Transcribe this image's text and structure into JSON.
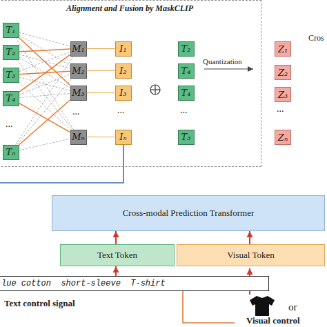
{
  "diagram": {
    "nodes": [
      {
        "text": [
          "Alignment and Fusion by MaskCLIP"
        ]
      },
      {
        "text": [
          "T₁"
        ],
        "in": 0
      },
      {
        "text": [
          "T₂"
        ],
        "in": 0
      },
      {
        "text": [
          "T₃"
        ],
        "in": 0
      },
      {
        "text": [
          "T₄"
        ],
        "in": 0
      },
      {
        "text": [
          "Tₙ"
        ],
        "in": 0
      },
      {
        "text": [
          "M₁"
        ],
        "in": 0
      },
      {
        "text": [
          "M₂"
        ],
        "in": 0
      },
      {
        "text": [
          "M₃"
        ],
        "in": 0
      },
      {
        "text": [
          "Mₙ"
        ],
        "in": 0
      },
      {
        "text": [
          "I₁"
        ],
        "in": 0
      },
      {
        "text": [
          "I₂"
        ],
        "in": 0
      },
      {
        "text": [
          "I₃"
        ],
        "in": 0
      },
      {
        "text": [
          "Iₙ"
        ],
        "in": 0
      },
      {
        "text": [
          "T₂"
        ],
        "in": 0
      },
      {
        "text": [
          "T₄"
        ],
        "in": 0
      },
      {
        "text": [
          "T₄"
        ],
        "in": 0
      },
      {
        "text": [
          "T₃"
        ],
        "in": 0
      },
      {
        "text": [
          "Z₁"
        ]
      },
      {
        "text": [
          "Z₂"
        ]
      },
      {
        "text": [
          "Z₃"
        ]
      },
      {
        "text": [
          "Zₙ"
        ]
      },
      {
        "text": [
          "Cross-modal Prediction Transformer"
        ]
      },
      {
        "text": [
          "Text Token"
        ]
      },
      {
        "text": [
          "Visual Token"
        ]
      },
      {
        "text": [
          "lue cotton  short-sleeve  T-shirt"
        ]
      }
    ],
    "edges": [
      {
        "from": 1,
        "to": 6,
        "arrow": "none"
      },
      {
        "from": 1,
        "to": 7,
        "arrow": "none"
      },
      {
        "from": 1,
        "to": 8,
        "arrow": "none"
      },
      {
        "from": 1,
        "to": 9,
        "arrow": "none"
      },
      {
        "from": 2,
        "to": 6,
        "arrow": "none"
      },
      {
        "from": 2,
        "to": 7,
        "arrow": "none"
      },
      {
        "from": 2,
        "to": 8,
        "arrow": "none"
      },
      {
        "from": 2,
        "to": 9,
        "arrow": "none"
      },
      {
        "from": 3,
        "to": 6,
        "arrow": "none"
      },
      {
        "from": 3,
        "to": 7,
        "arrow": "none"
      },
      {
        "from": 3,
        "to": 8,
        "arrow": "none"
      },
      {
        "from": 3,
        "to": 9,
        "arrow": "none"
      },
      {
        "from": 4,
        "to": 6,
        "arrow": "none"
      },
      {
        "from": 4,
        "to": 7,
        "arrow": "none"
      },
      {
        "from": 4,
        "to": 8,
        "arrow": "none"
      },
      {
        "from": 4,
        "to": 9,
        "arrow": "none"
      },
      {
        "from": 5,
        "to": 6,
        "arrow": "none"
      },
      {
        "from": 5,
        "to": 7,
        "arrow": "none"
      },
      {
        "from": 5,
        "to": 8,
        "arrow": "none"
      },
      {
        "from": 5,
        "to": 9,
        "arrow": "none"
      },
      {
        "from": 6,
        "to": 10,
        "arrow": "none"
      },
      {
        "from": 7,
        "to": 11,
        "arrow": "none"
      },
      {
        "from": 8,
        "to": 12,
        "arrow": "none"
      },
      {
        "from": 9,
        "to": 13,
        "arrow": "none"
      },
      {
        "from": 23,
        "to": 22,
        "arrow": "to"
      },
      {
        "from": 24,
        "to": 22,
        "arrow": "to"
      },
      {
        "from": 25,
        "to": 23,
        "arrow": "to"
      }
    ],
    "labels": [
      "...",
      "...",
      "...",
      "...",
      "...",
      "Quantization",
      "Cros",
      "Text control signal",
      "or",
      "Visual control"
    ]
  }
}
